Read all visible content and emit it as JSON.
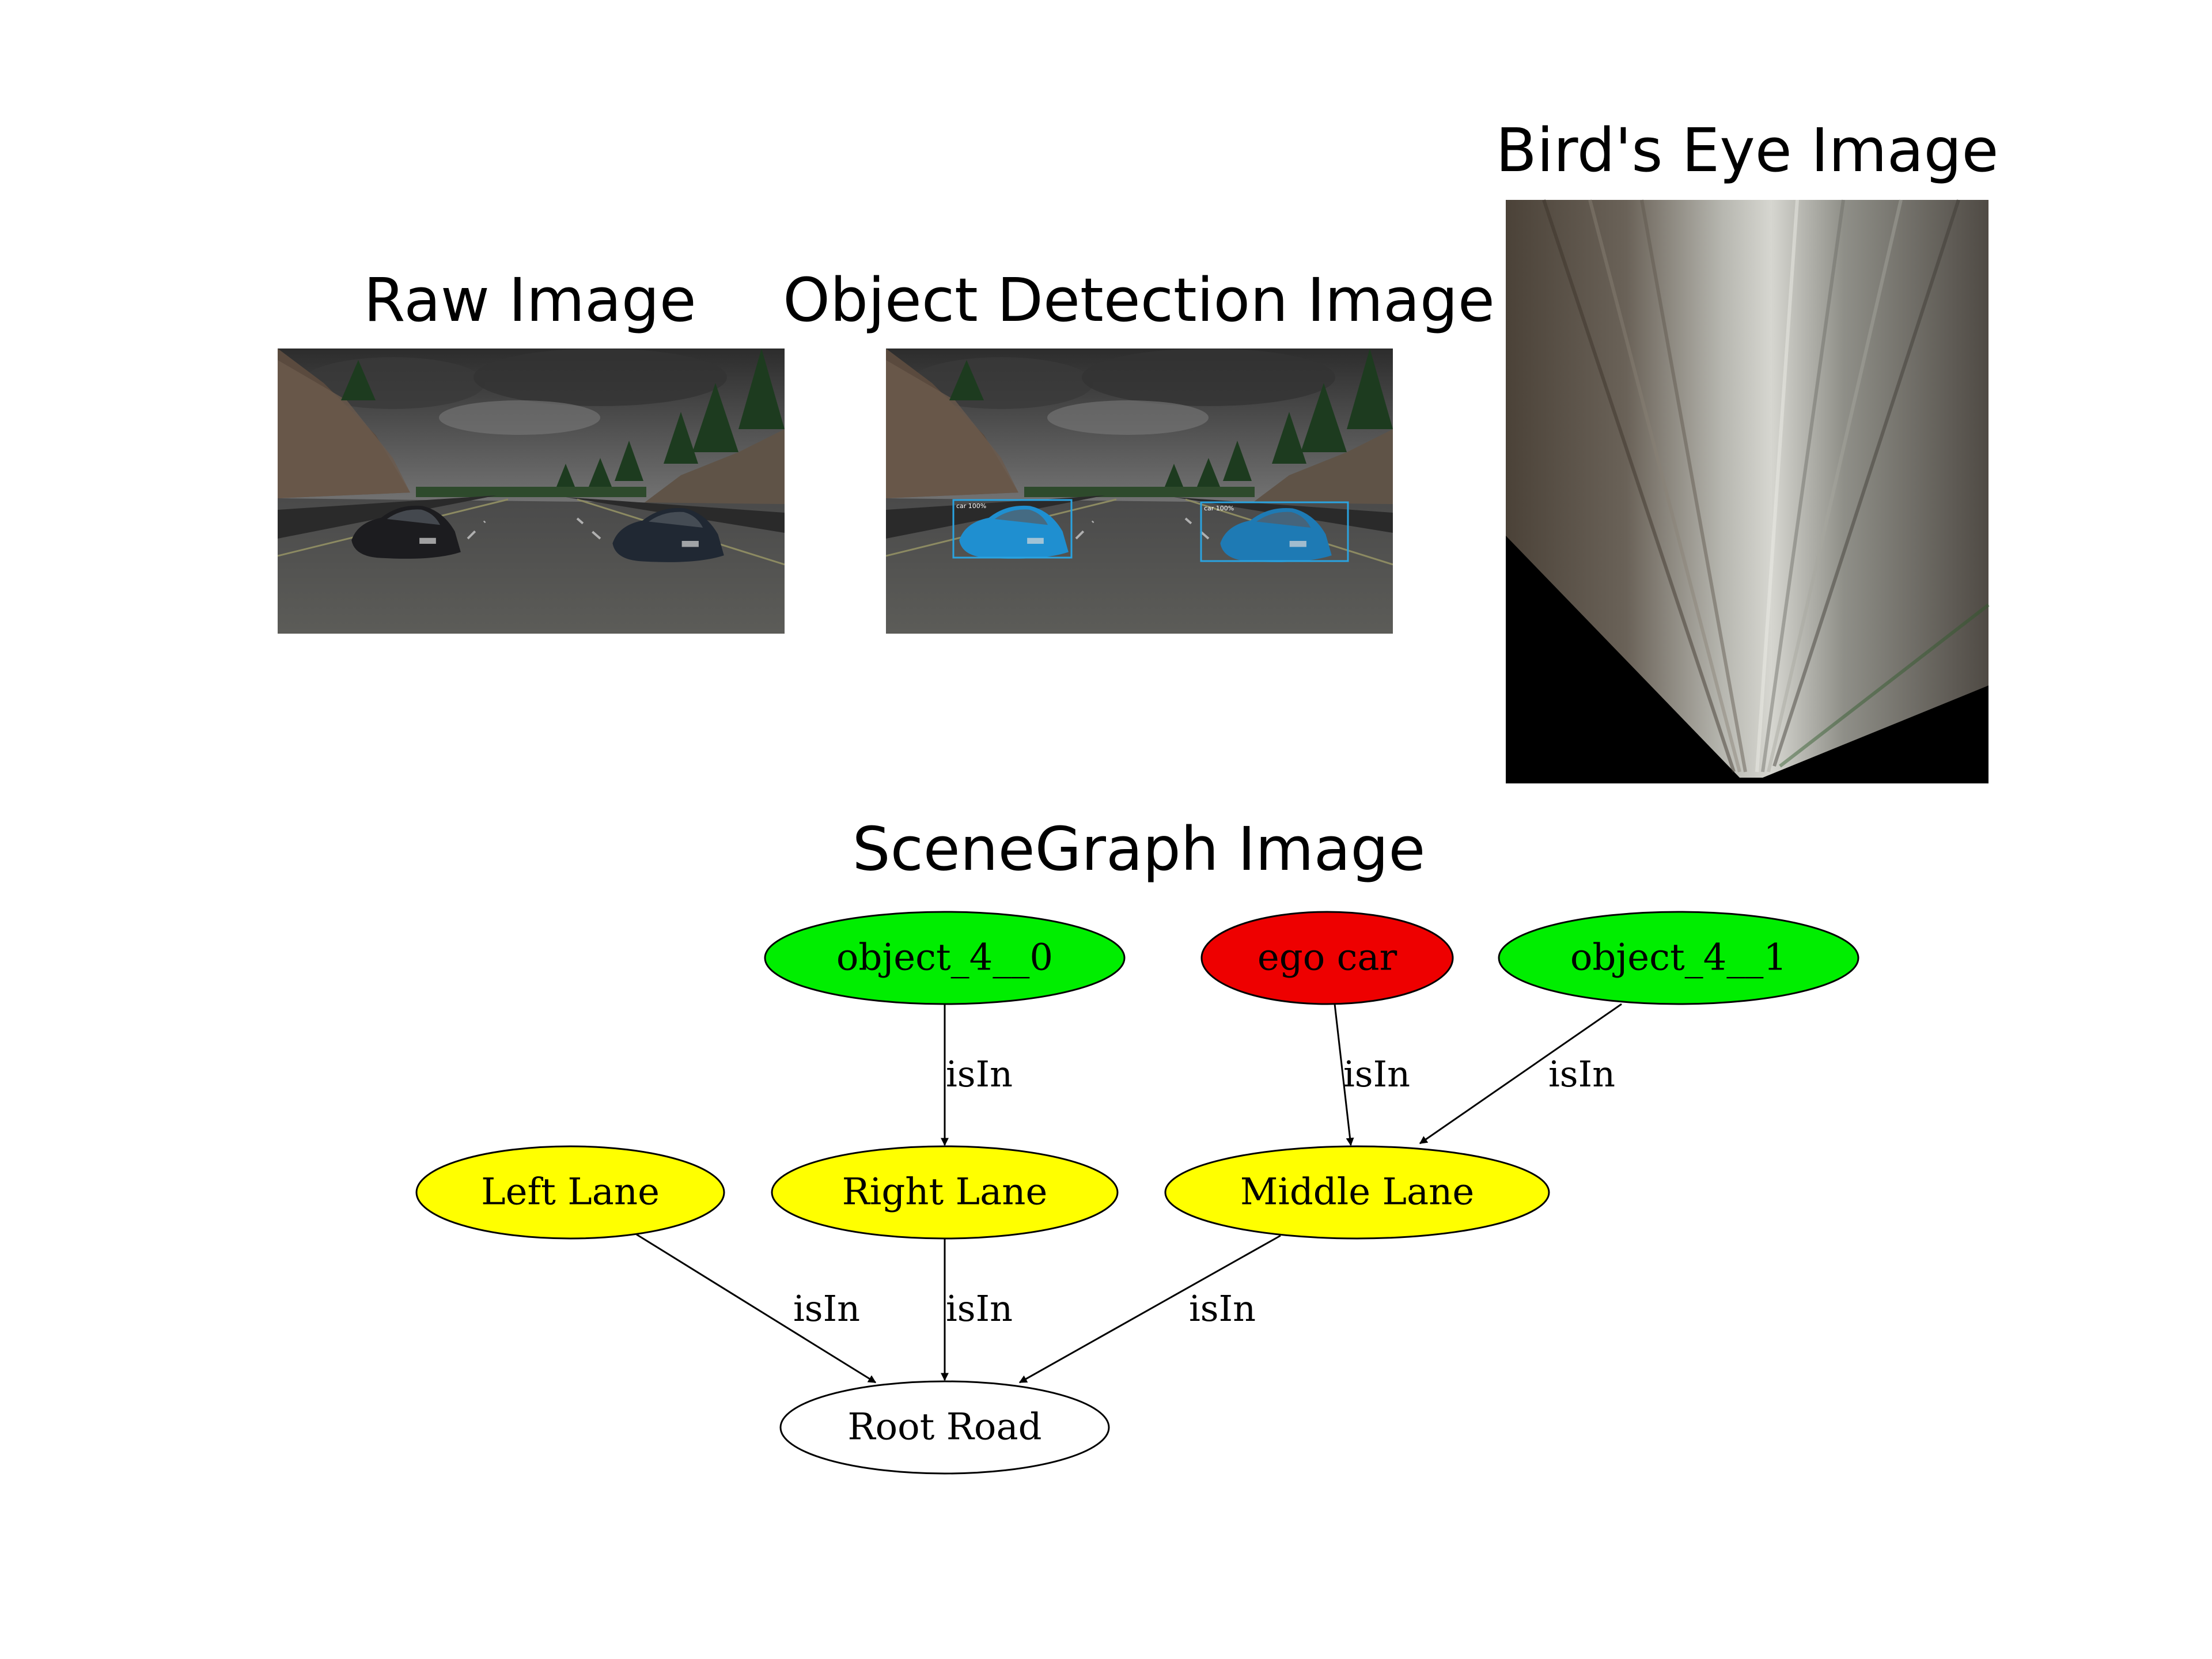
{
  "panels": {
    "raw": {
      "title": "Raw Image"
    },
    "detection": {
      "title": "Object Detection Image",
      "detections": [
        {
          "label": "car 100%"
        },
        {
          "label": "car 100%"
        }
      ]
    },
    "birdseye": {
      "title": "Bird's Eye Image"
    },
    "scenegraph": {
      "title": "SceneGraph Image"
    }
  },
  "graph": {
    "nodes": [
      {
        "id": "object_4__0",
        "label": "object_4__0",
        "fill": "#00ee00"
      },
      {
        "id": "ego_car",
        "label": "ego car",
        "fill": "#ee0000"
      },
      {
        "id": "object_4__1",
        "label": "object_4__1",
        "fill": "#00ee00"
      },
      {
        "id": "left_lane",
        "label": "Left Lane",
        "fill": "#ffff00"
      },
      {
        "id": "right_lane",
        "label": "Right Lane",
        "fill": "#ffff00"
      },
      {
        "id": "middle_lane",
        "label": "Middle Lane",
        "fill": "#ffff00"
      },
      {
        "id": "root_road",
        "label": "Root Road",
        "fill": "#ffffff"
      }
    ],
    "edges": [
      {
        "from": "object_4__0",
        "to": "right_lane",
        "label": "isIn"
      },
      {
        "from": "ego_car",
        "to": "middle_lane",
        "label": "isIn"
      },
      {
        "from": "object_4__1",
        "to": "middle_lane",
        "label": "isIn"
      },
      {
        "from": "left_lane",
        "to": "root_road",
        "label": "isIn"
      },
      {
        "from": "right_lane",
        "to": "root_road",
        "label": "isIn"
      },
      {
        "from": "middle_lane",
        "to": "root_road",
        "label": "isIn"
      }
    ]
  }
}
